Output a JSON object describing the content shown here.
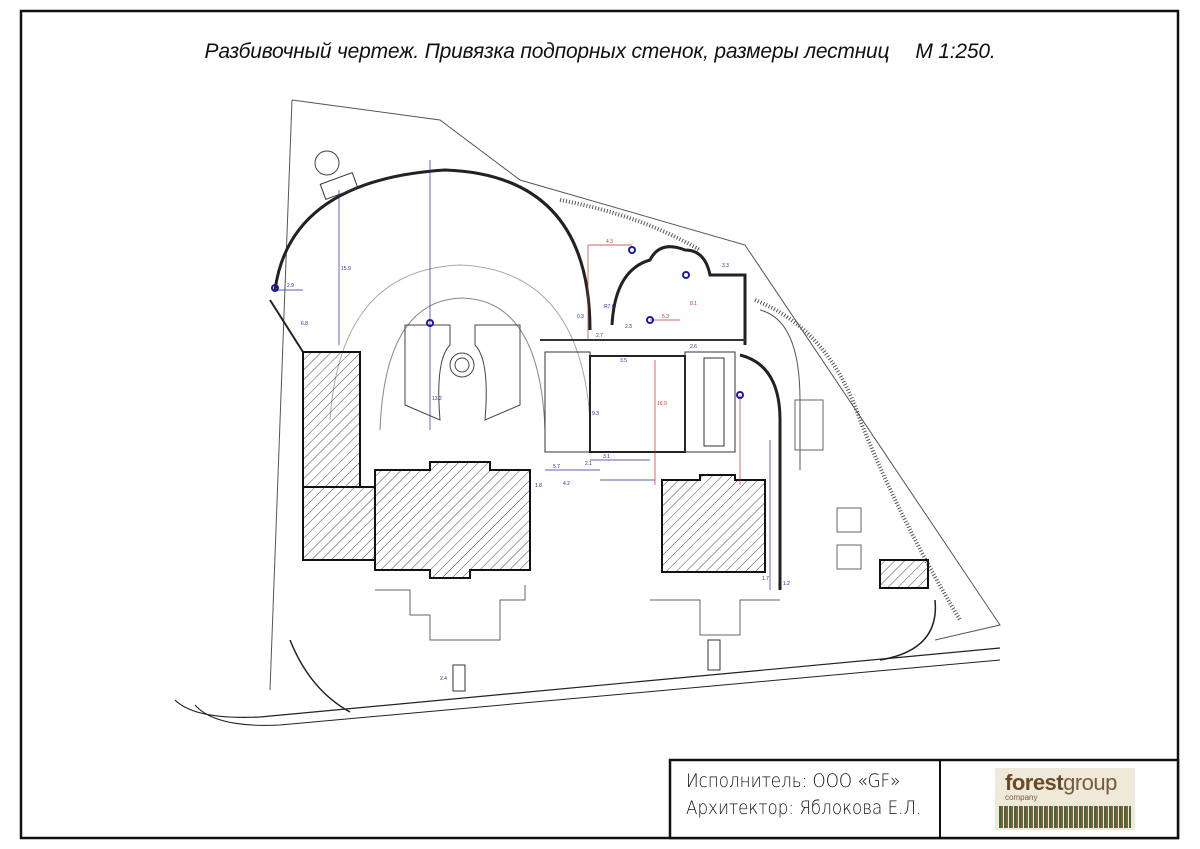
{
  "title": {
    "text": "Разбивочный чертеж. Привязка подпорных стенок, размеры лестниц",
    "scale": "М 1:250."
  },
  "title_block": {
    "executor": "Исполнитель: ООО «GF»",
    "architect": "Архитектор: Яблокова Е.Л.",
    "logo_text": "forestgroup company"
  },
  "dimensions": [
    "4.3",
    "5.3",
    "2.7",
    "2.3",
    "3.1",
    "5.7",
    "1.8",
    "4.2",
    "2.1",
    "3.5",
    "15.9",
    "13.2",
    "16.9",
    "8.1",
    "9.3",
    "0.3",
    "2.9",
    "6.8",
    "3.3",
    "2.6",
    "1.2",
    "1.7",
    "2.4",
    "R7.6"
  ],
  "colors": {
    "line": "#111111",
    "control_point": "#1a1aa8",
    "dimension_blue": "#2a2a9a",
    "dimension_red": "#c03030"
  }
}
